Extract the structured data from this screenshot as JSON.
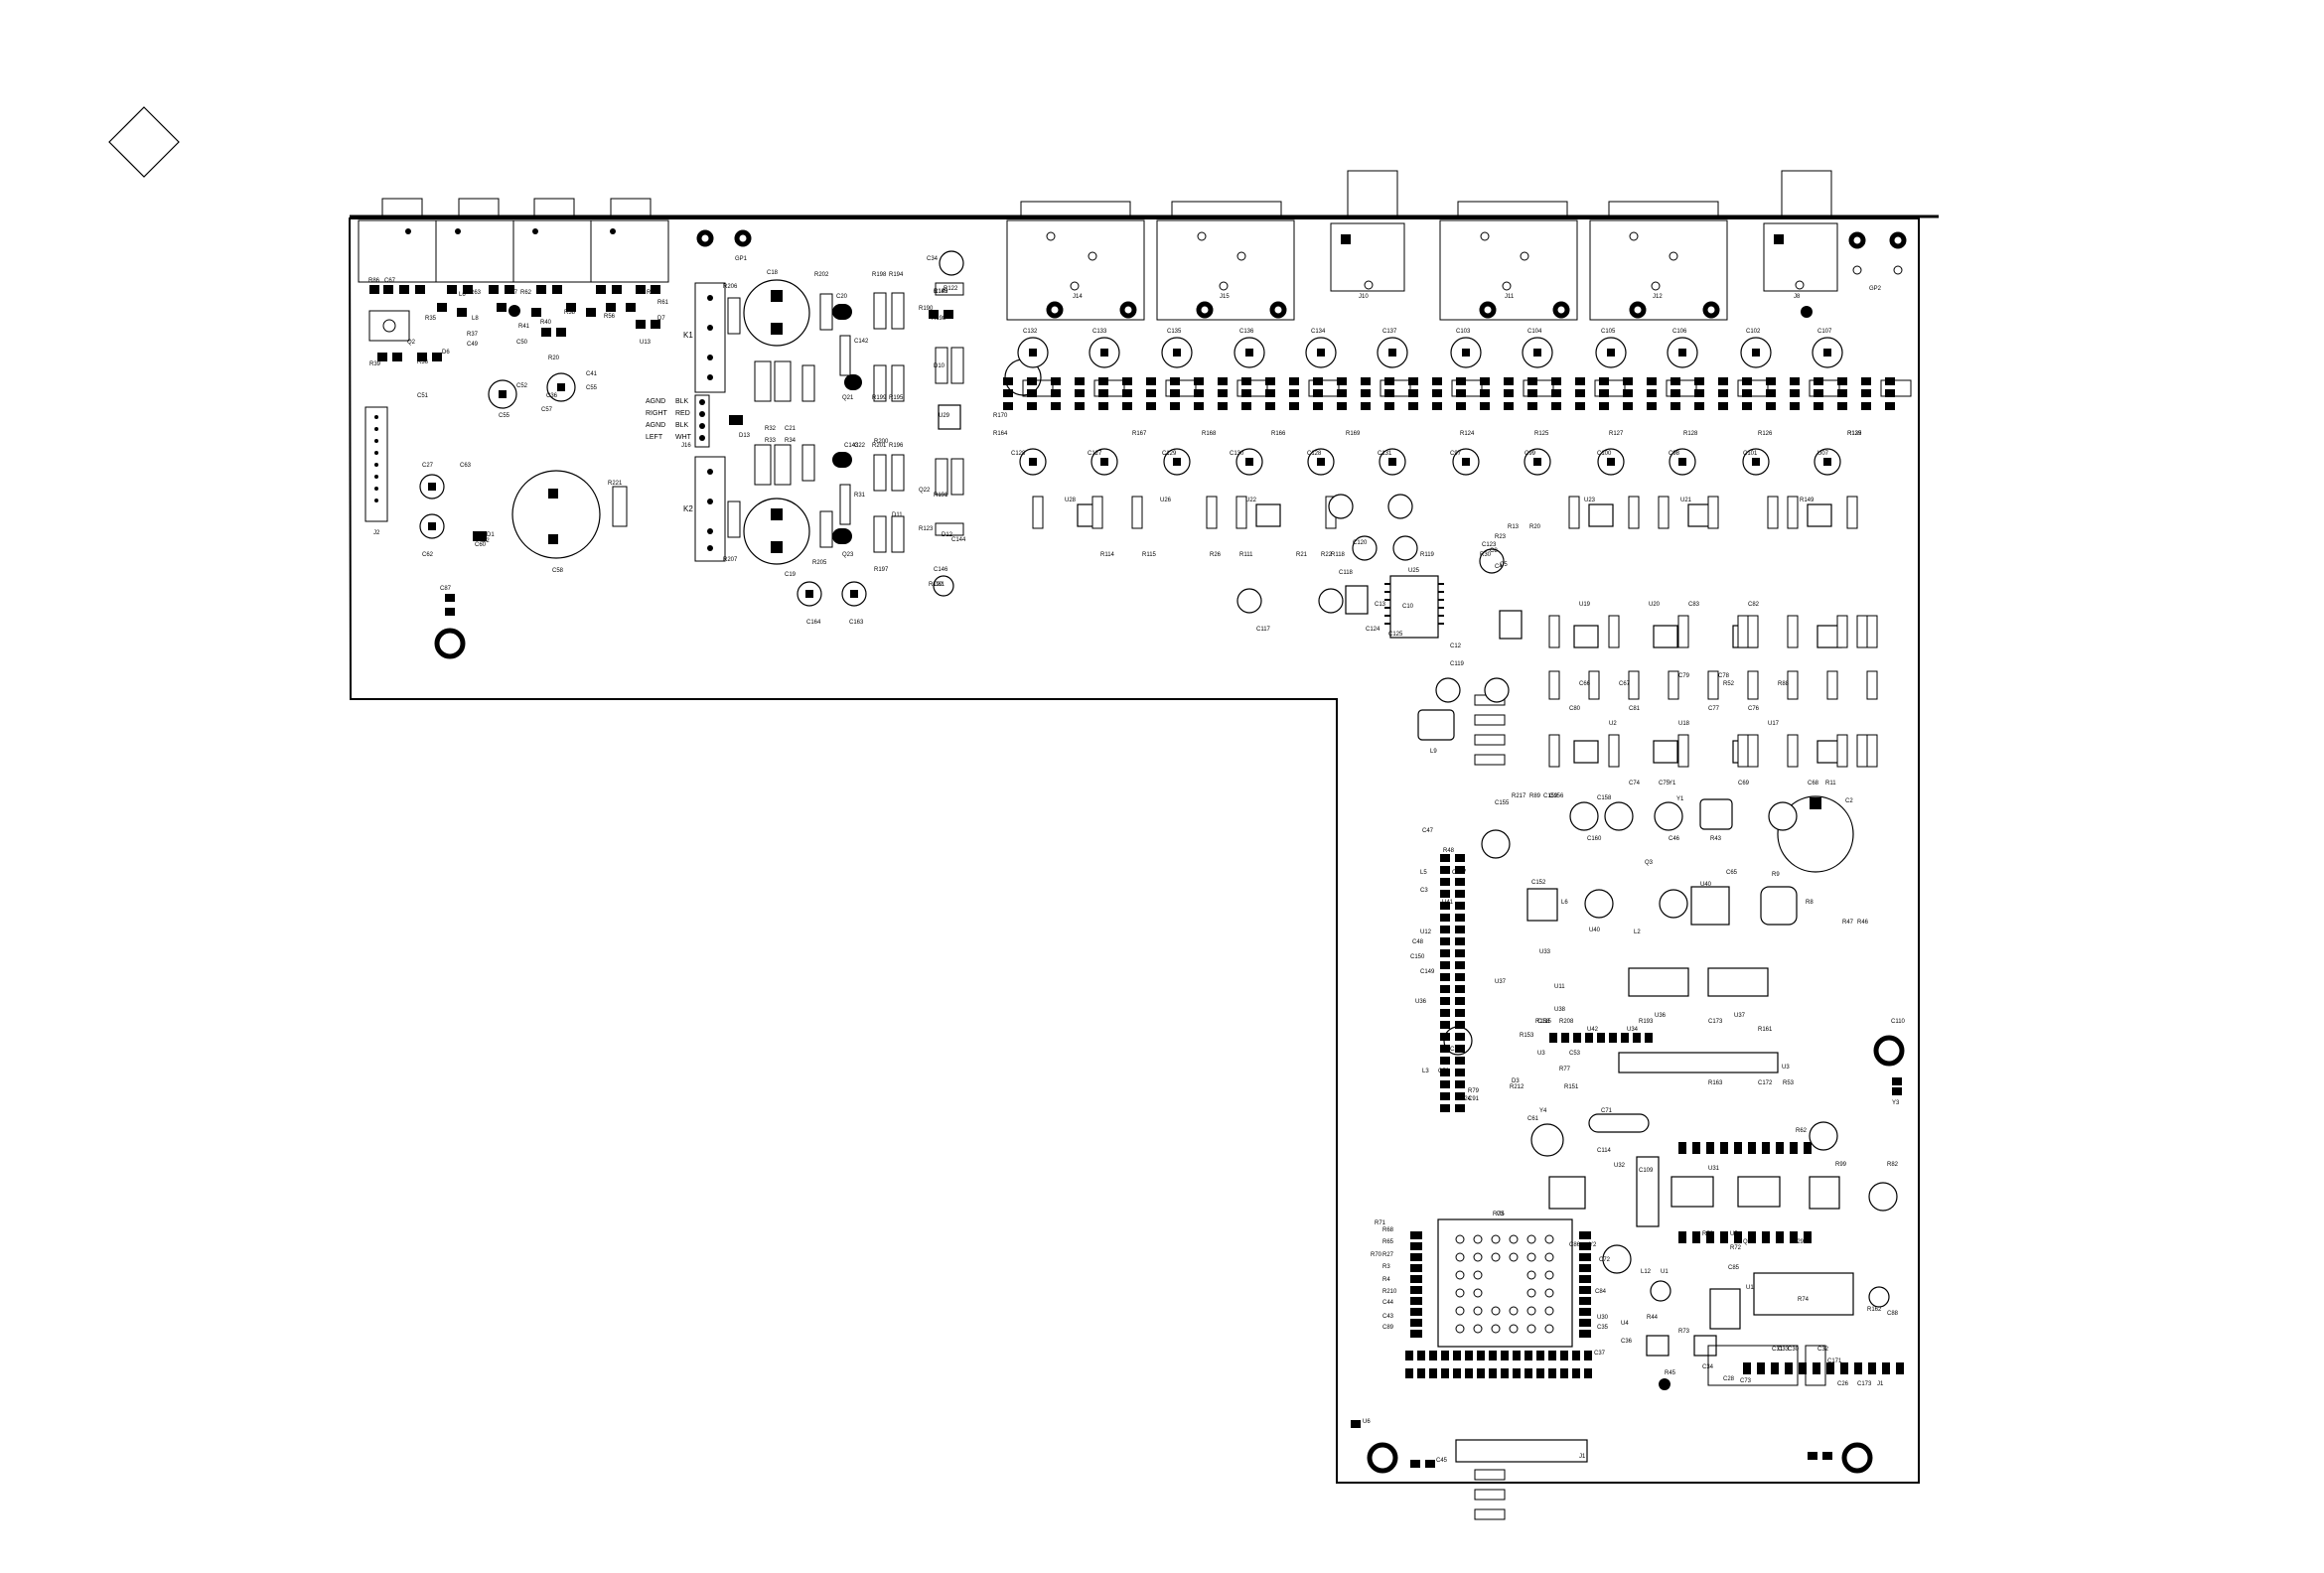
{
  "board": {
    "top_labels": [
      "R86",
      "C67",
      "D8",
      "L6",
      "R63",
      "R67",
      "R62",
      "R64",
      "R61",
      "R35",
      "R41",
      "R40",
      "R38",
      "R56",
      "D7",
      "U13",
      "R39",
      "R36",
      "C51",
      "C49",
      "C50",
      "C55",
      "C57",
      "C52",
      "D6",
      "J2",
      "C27",
      "C62",
      "C63",
      "C60",
      "D1",
      "C58",
      "R221",
      "C87",
      "D2",
      "Q2",
      "L8",
      "R37",
      "R20",
      "C36",
      "C41",
      "C55"
    ],
    "jack_labels": [
      "J14",
      "J15",
      "J10",
      "J11",
      "J12",
      "J8"
    ],
    "connector_labels": {
      "k1": "K1",
      "k2": "K2",
      "j16": "J16",
      "d13": "D13",
      "gp1": "GP1",
      "gp2": "GP2",
      "j1": "J1",
      "u5": "U5",
      "u1": "U1",
      "u36": "U36",
      "u37": "U37",
      "u40": "U40",
      "u25": "U25",
      "u3": "U3",
      "l9": "L9",
      "y1": "Y1"
    },
    "audio_legend": [
      {
        "pin": "AGND",
        "color": "BLK"
      },
      {
        "pin": "RIGHT",
        "color": "RED"
      },
      {
        "pin": "AGND",
        "color": "BLK"
      },
      {
        "pin": "LEFT",
        "color": "WHT"
      }
    ],
    "mid_labels": [
      "R206",
      "R202",
      "C18",
      "R198",
      "R194",
      "C145",
      "C34",
      "R122",
      "R199",
      "R195",
      "C20",
      "C142",
      "R190",
      "R198",
      "R189",
      "D10",
      "Q21",
      "R201",
      "R200",
      "R196",
      "C22",
      "C21",
      "R32",
      "R34",
      "R33",
      "R31",
      "C143",
      "Q22",
      "D12",
      "C144",
      "R123",
      "D11",
      "R197",
      "R192",
      "C146",
      "R191",
      "U29",
      "C19",
      "Q23",
      "R205",
      "R207",
      "C164",
      "C163",
      "C81"
    ],
    "row_labels": [
      "C132",
      "C133",
      "C135",
      "C136",
      "C134",
      "C137",
      "C103",
      "C104",
      "C105",
      "C106",
      "C102",
      "C107",
      "R170",
      "R164",
      "R167",
      "R168",
      "R166",
      "R169",
      "R124",
      "R125",
      "R127",
      "R128",
      "R126",
      "R129",
      "R135",
      "C128",
      "C127",
      "C129",
      "C130",
      "C128",
      "C131",
      "C97",
      "C99",
      "C100",
      "C98",
      "C101",
      "U07",
      "U28",
      "U26",
      "U22",
      "U23",
      "U21",
      "R149",
      "R114",
      "R115",
      "R26",
      "R111",
      "R21",
      "R22",
      "R118",
      "R119",
      "R30",
      "R23",
      "R13",
      "R20",
      "C8",
      "C4",
      "C120",
      "C123",
      "C5",
      "C117",
      "C124",
      "C125",
      "C13",
      "C10",
      "C12",
      "C119",
      "C118",
      "U2",
      "U18",
      "U17",
      "U19",
      "U20",
      "C83",
      "C82",
      "C80",
      "C81",
      "C77",
      "C76",
      "C79",
      "C78",
      "C74",
      "C75",
      "C69",
      "C68",
      "C66",
      "C67",
      "R52",
      "R88",
      "R217",
      "R89",
      "C159",
      "C156",
      "C155",
      "C158",
      "C160",
      "Y1",
      "R11",
      "C2",
      "R43",
      "C46",
      "Q3",
      "C47",
      "R48",
      "L5",
      "C157",
      "C3",
      "U41",
      "C152",
      "L6",
      "U40",
      "L2",
      "C65",
      "R9",
      "R8",
      "R47",
      "R46",
      "U12",
      "C48",
      "C149",
      "C150",
      "U33",
      "U11",
      "U36",
      "U37",
      "U38",
      "R208",
      "R193",
      "C173",
      "R158",
      "R153",
      "C115",
      "U42",
      "U34",
      "R161",
      "R77",
      "R151",
      "U3",
      "C53",
      "D3",
      "R212",
      "R163",
      "R53",
      "C172",
      "C146",
      "L3",
      "C70",
      "R79",
      "U24",
      "C91",
      "C110",
      "Y3",
      "C61",
      "Y4",
      "C71",
      "C109",
      "C72",
      "C114",
      "U32",
      "U31",
      "R62",
      "R82",
      "R99",
      "R79",
      "U5",
      "Q1",
      "R72",
      "R29",
      "R73",
      "R71",
      "R70",
      "R68",
      "R65",
      "R27",
      "R3",
      "R4",
      "R210",
      "C44",
      "C43",
      "C89",
      "C86",
      "Y2",
      "L12",
      "U1",
      "C84",
      "C85",
      "R74",
      "R162",
      "C88",
      "U30",
      "U4",
      "R44",
      "R73",
      "R45",
      "C34",
      "C35",
      "C36",
      "C37",
      "C28",
      "C73",
      "C31",
      "C33",
      "C30",
      "C32",
      "C171",
      "C173",
      "J1",
      "C26",
      "U6",
      "C45"
    ]
  },
  "marker": {
    "shape": "diamond"
  }
}
